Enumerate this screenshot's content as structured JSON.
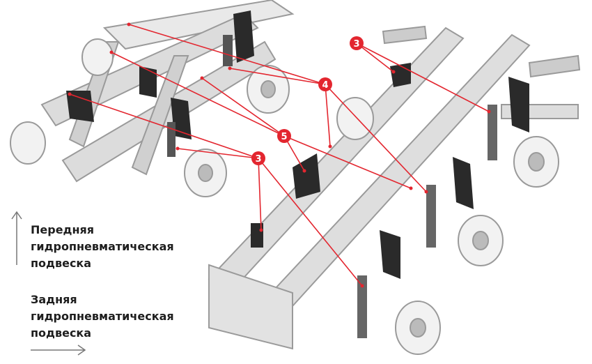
{
  "legend": {
    "front": {
      "line1": "Передняя",
      "line2": "гидропневматическая",
      "line3": "подвеска",
      "arrow": "up"
    },
    "rear": {
      "line1": "Задняя",
      "line2": "гидропневматическая",
      "line3": "подвеска",
      "arrow": "right"
    }
  },
  "callouts": [
    {
      "label": "3"
    },
    {
      "label": "4"
    },
    {
      "label": "5"
    },
    {
      "label": "3"
    }
  ],
  "colors": {
    "accent": "#e3262f",
    "text": "#1e1e1e",
    "frame": "#b8b8b8",
    "dark_part": "#2a2a2a"
  }
}
